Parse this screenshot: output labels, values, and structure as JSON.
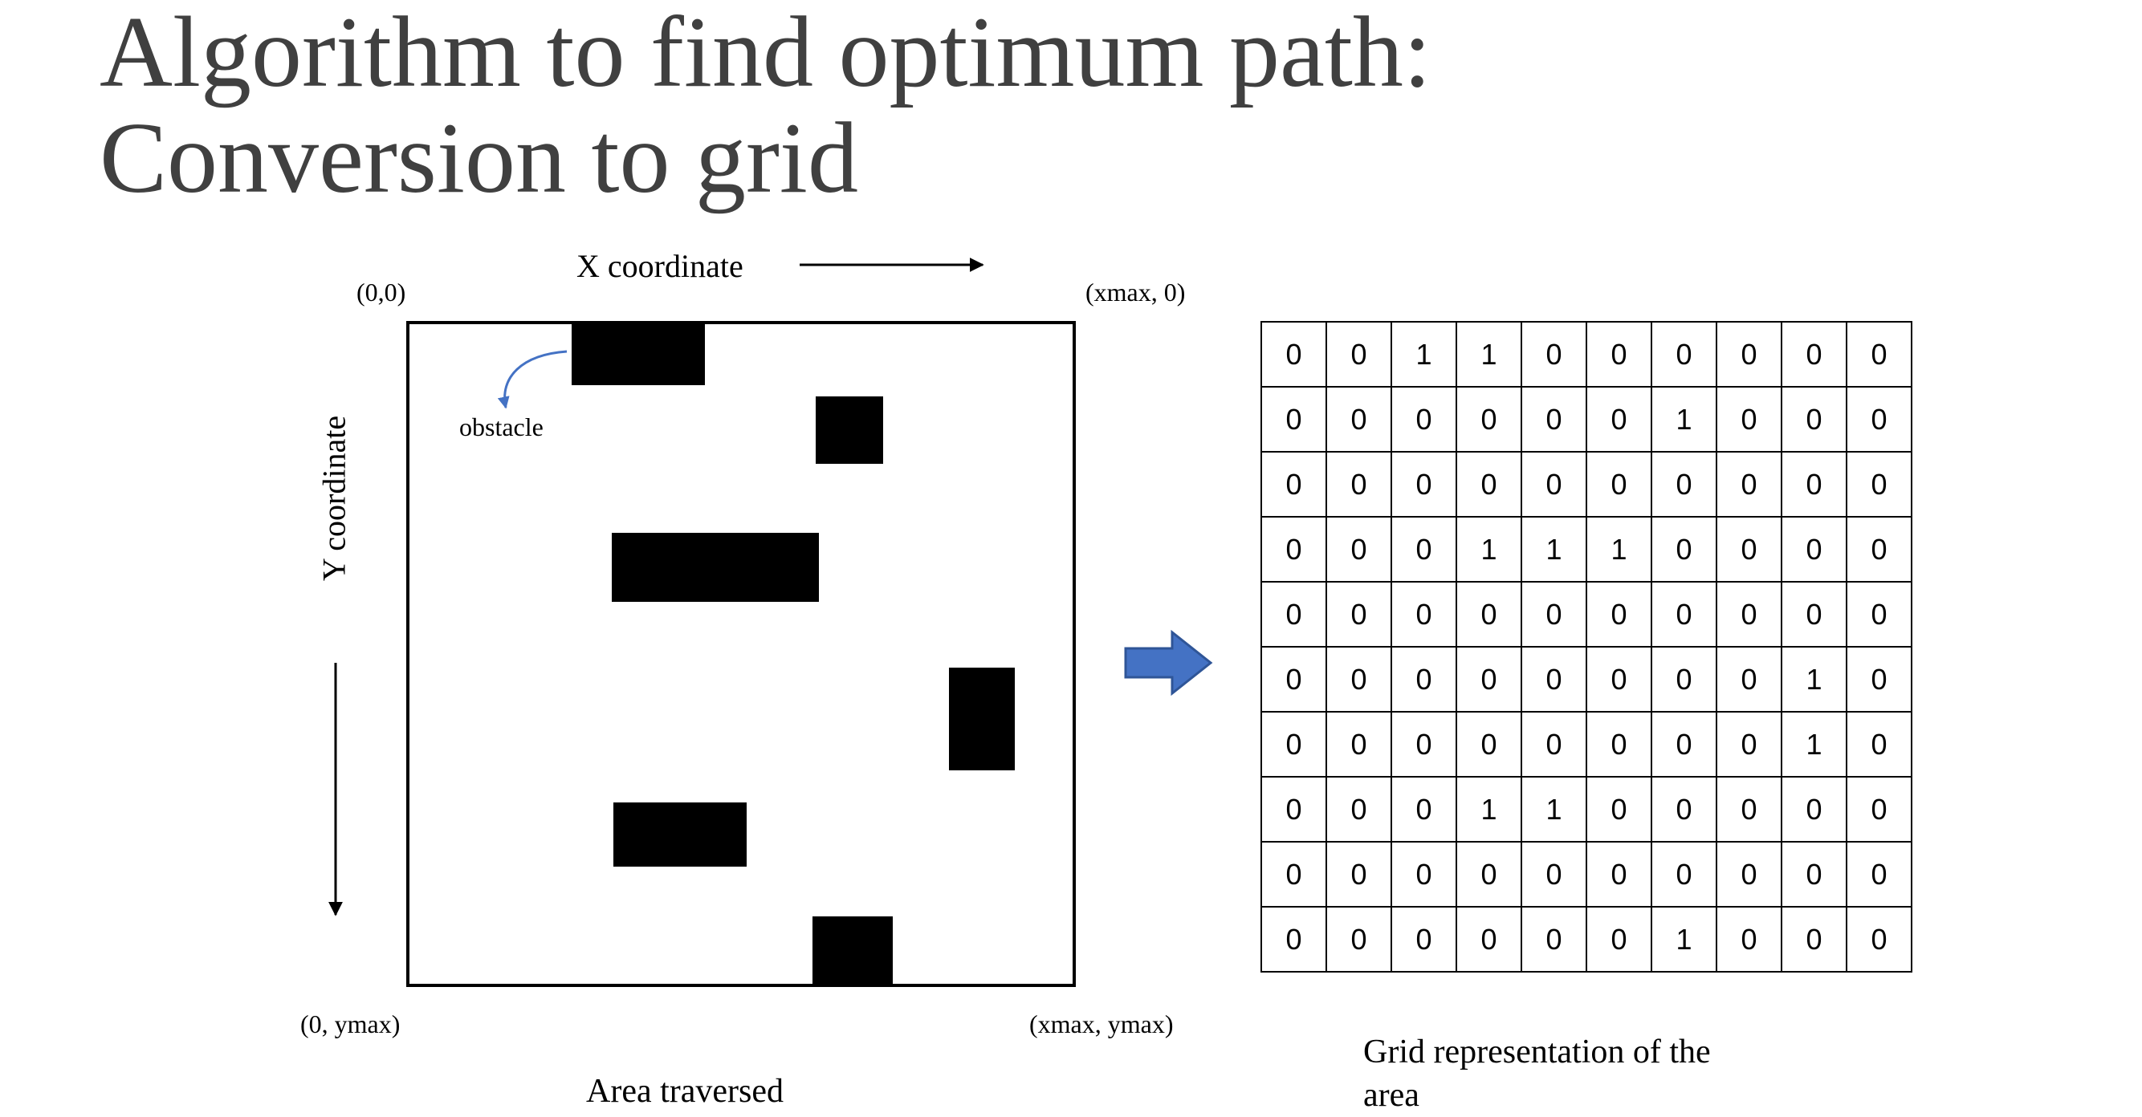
{
  "title": {
    "line1": "Algorithm to find optimum path:",
    "line2": "Conversion to grid"
  },
  "area": {
    "x_axis_label": "X coordinate",
    "y_axis_label": "Y coordinate",
    "corner_top_left": "(0,0)",
    "corner_top_right": "(xmax, 0)",
    "corner_bottom_left": "(0, ymax)",
    "corner_bottom_right": "(xmax, ymax)",
    "obstacle_label": "obstacle",
    "caption": "Area traversed"
  },
  "grid": {
    "caption": "Grid representation of the area",
    "rows": [
      [
        "0",
        "0",
        "1",
        "1",
        "0",
        "0",
        "0",
        "0",
        "0",
        "0"
      ],
      [
        "0",
        "0",
        "0",
        "0",
        "0",
        "0",
        "1",
        "0",
        "0",
        "0"
      ],
      [
        "0",
        "0",
        "0",
        "0",
        "0",
        "0",
        "0",
        "0",
        "0",
        "0"
      ],
      [
        "0",
        "0",
        "0",
        "1",
        "1",
        "1",
        "0",
        "0",
        "0",
        "0"
      ],
      [
        "0",
        "0",
        "0",
        "0",
        "0",
        "0",
        "0",
        "0",
        "0",
        "0"
      ],
      [
        "0",
        "0",
        "0",
        "0",
        "0",
        "0",
        "0",
        "0",
        "1",
        "0"
      ],
      [
        "0",
        "0",
        "0",
        "0",
        "0",
        "0",
        "0",
        "0",
        "1",
        "0"
      ],
      [
        "0",
        "0",
        "0",
        "1",
        "1",
        "0",
        "0",
        "0",
        "0",
        "0"
      ],
      [
        "0",
        "0",
        "0",
        "0",
        "0",
        "0",
        "0",
        "0",
        "0",
        "0"
      ],
      [
        "0",
        "0",
        "0",
        "0",
        "0",
        "0",
        "1",
        "0",
        "0",
        "0"
      ]
    ]
  },
  "colors": {
    "title": "#404040",
    "arrow_fill": "#4472C4",
    "arrow_stroke": "#2F5597",
    "obstacle_pointer": "#4472C4"
  }
}
